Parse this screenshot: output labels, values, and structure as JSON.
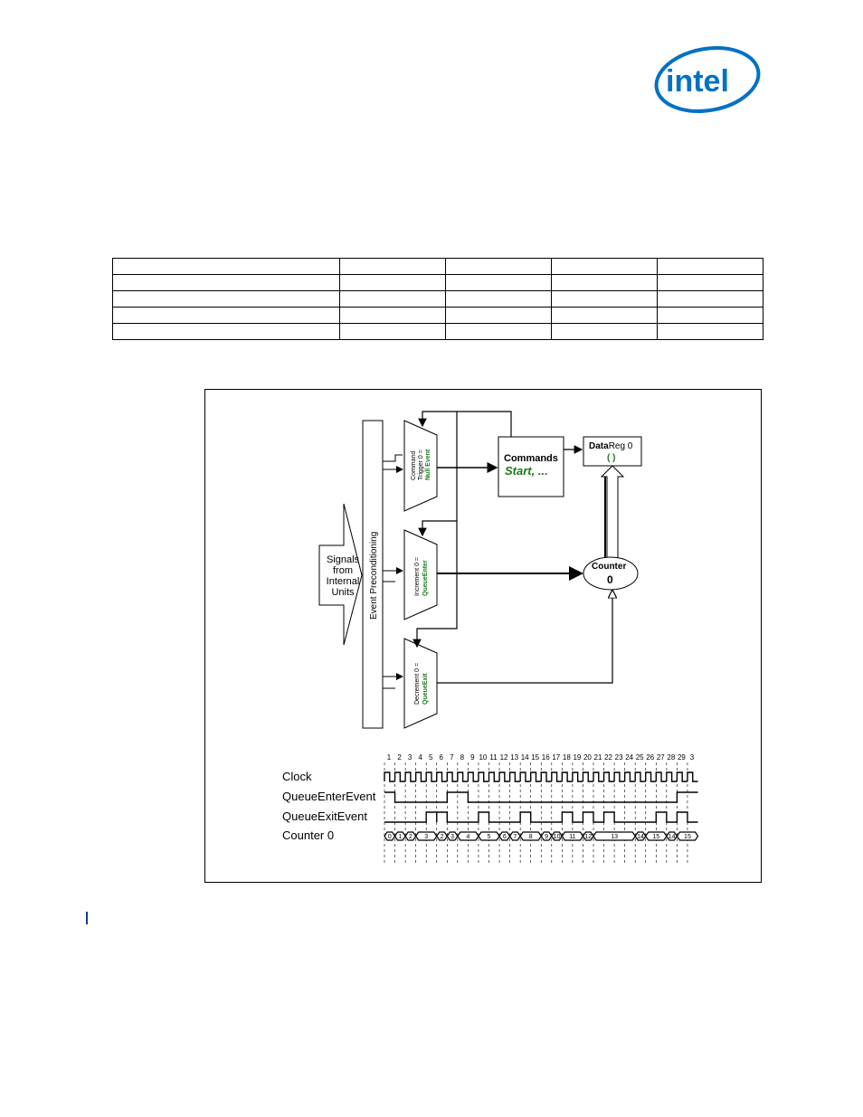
{
  "logo": {
    "text": "intel",
    "color": "#0071c5"
  },
  "table": {
    "rows": 5,
    "cols": 5
  },
  "diagram": {
    "signals_box": [
      "Signals",
      "from",
      "Internal",
      "Units"
    ],
    "preconditioning_label": "Event Preconditioning",
    "mux1": {
      "line1": "Command",
      "line2": "Trigger 0 =",
      "value": "Null Event"
    },
    "mux2": {
      "line1": "Increment 0 =",
      "value": "QueueEnter"
    },
    "mux3": {
      "line1": "Decrement 0 =",
      "value": "QueueExit"
    },
    "commands_title": "Commands",
    "commands_value": "Start, ...",
    "datareg_title_bold": "Data",
    "datareg_title_rest": "Reg 0",
    "datareg_value": "( )",
    "counter_title": "Counter",
    "counter_value": "0",
    "green": "#1a7a1a"
  },
  "timing": {
    "signal_names": [
      "Clock",
      "QueueEnterEvent",
      "QueueExitEvent",
      "Counter 0"
    ],
    "cycles": [
      "1",
      "2",
      "3",
      "4",
      "5",
      "6",
      "7",
      "8",
      "9",
      "10",
      "11",
      "12",
      "13",
      "14",
      "15",
      "16",
      "17",
      "18",
      "19",
      "20",
      "21",
      "22",
      "23",
      "24",
      "25",
      "26",
      "27",
      "28",
      "29",
      "3"
    ],
    "counter_values": [
      "0",
      "1",
      "2",
      "3",
      "2",
      "3",
      "4",
      "5",
      "6",
      "7",
      "8",
      "9",
      "10",
      "11",
      "12",
      "13",
      "14",
      "15",
      "14",
      "15"
    ]
  }
}
